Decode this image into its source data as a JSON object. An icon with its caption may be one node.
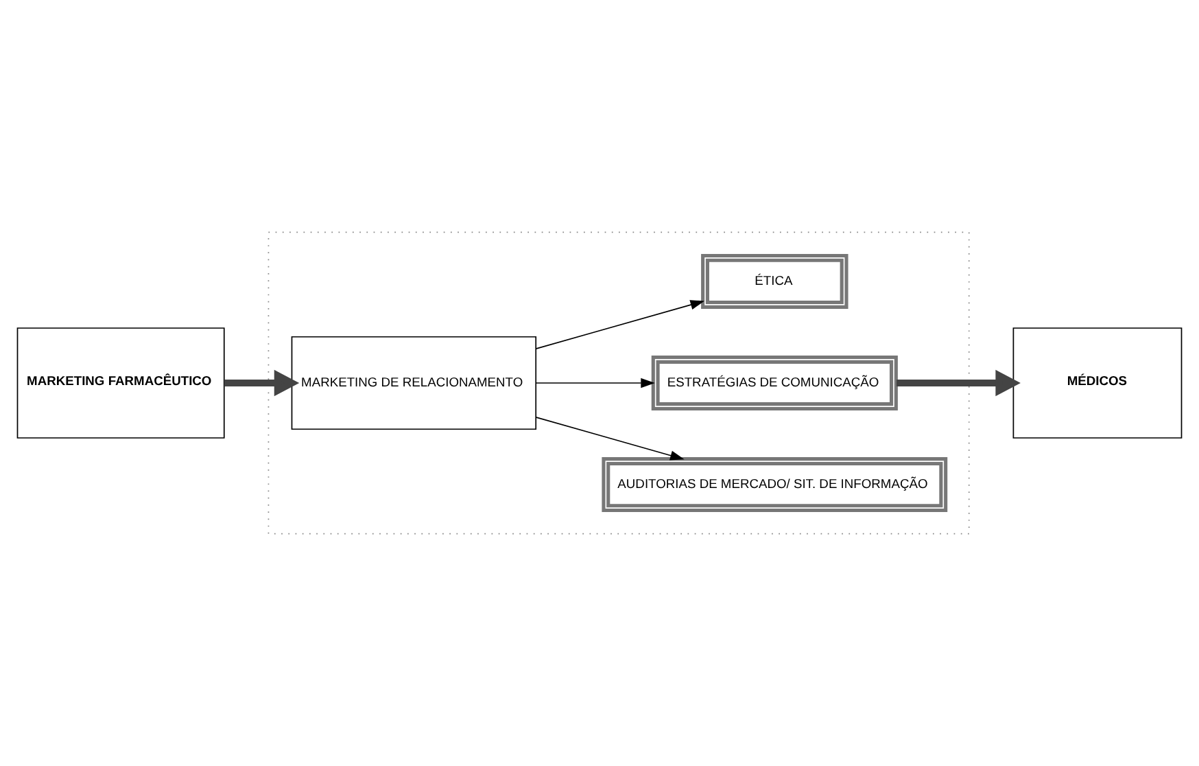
{
  "diagram": {
    "nodes": [
      {
        "text": [],
        "shape": "box"
      },
      {
        "text": [
          "MARKETING FARMACÊUTICO"
        ]
      },
      {
        "text": [
          "MARKETING DE RELACIONAMENTO"
        ],
        "in": 0
      },
      {
        "text": [
          "AUDITORIAS DE MERCADO/ SIT. DE INFORMAÇÃO"
        ],
        "in": 0
      },
      {
        "text": [
          "ESTRATÉGIAS DE COMUNICAÇÃO"
        ],
        "in": 0
      },
      {
        "text": [
          "ÉTICA"
        ],
        "in": 0
      },
      {
        "text": [
          "MÉDICOS"
        ]
      }
    ],
    "edges": [
      {
        "from": 1,
        "to": 2,
        "arrow": "to",
        "style": "thick"
      },
      {
        "from": 2,
        "to": 3,
        "arrow": "to"
      },
      {
        "from": 2,
        "to": 4,
        "arrow": "to"
      },
      {
        "from": 2,
        "to": 5,
        "arrow": "to"
      },
      {
        "from": 4,
        "to": 6,
        "arrow": "to",
        "style": "thick"
      }
    ]
  }
}
